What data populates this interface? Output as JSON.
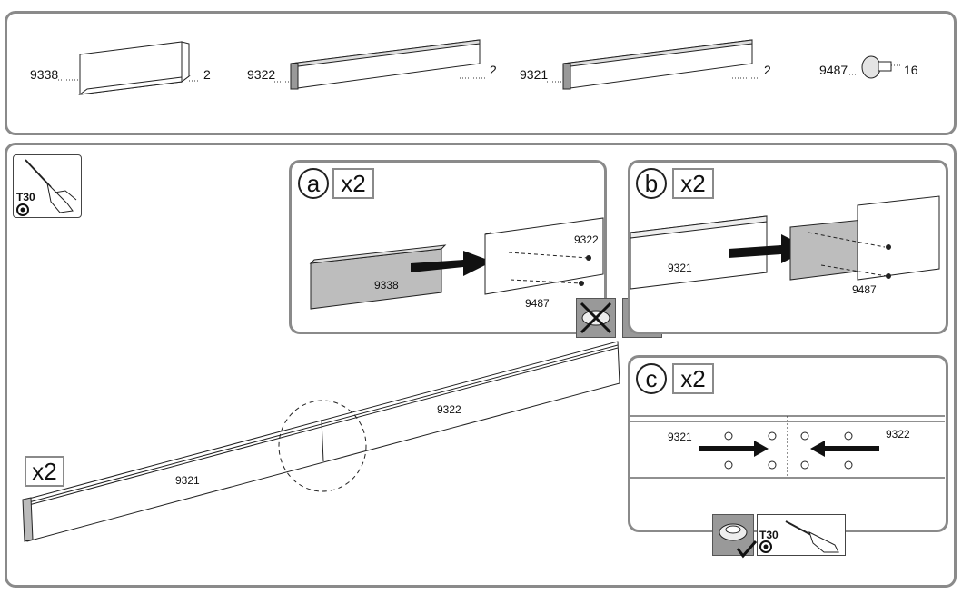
{
  "parts": [
    {
      "code": "9338",
      "qty": "2",
      "icon": "short-beam"
    },
    {
      "code": "9322",
      "qty": "2",
      "icon": "long-rail"
    },
    {
      "code": "9321",
      "qty": "2",
      "icon": "long-rail"
    },
    {
      "code": "9487",
      "qty": "16",
      "icon": "torx-screw"
    }
  ],
  "tool": {
    "label": "T30",
    "icon": "screwdriver-torx"
  },
  "overview": {
    "multiplier": "x2",
    "rail_left": "9321",
    "rail_right": "9322"
  },
  "steps": {
    "a": {
      "letter": "a",
      "multiplier": "x2",
      "beam": "9338",
      "rail": "9322",
      "screw": "9487"
    },
    "b": {
      "letter": "b",
      "multiplier": "x2",
      "rail": "9321",
      "screw": "9487"
    },
    "c": {
      "letter": "c",
      "multiplier": "x2",
      "rail_left": "9321",
      "rail_right": "9322"
    }
  },
  "bottom_tool": {
    "label": "T30"
  },
  "colors": {
    "panel_border": "#8a8a8a",
    "part_fill": "#bdbdbd",
    "arrow": "#111111"
  }
}
